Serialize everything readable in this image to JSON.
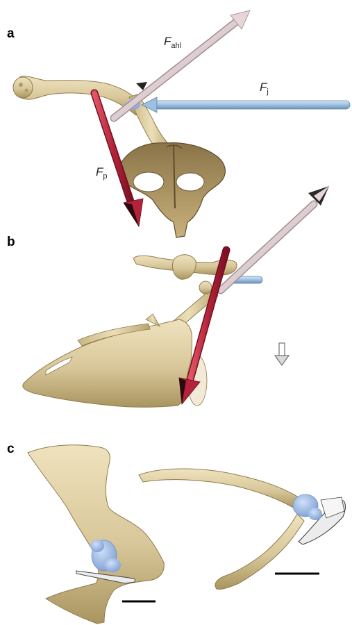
{
  "panels": {
    "a": "a",
    "b": "b",
    "c": "c"
  },
  "forces": {
    "ahl": {
      "symbol": "F",
      "sub": "ahl"
    },
    "j": {
      "symbol": "F",
      "sub": "j"
    },
    "p": {
      "symbol": "F",
      "sub": "p"
    }
  },
  "colors": {
    "bone": "#d8c79a",
    "bone_shadow": "#a9955f",
    "ahl_arrow": "#e6d6d8",
    "j_arrow": "#9cc0e0",
    "p_arrow": "#b4233a",
    "cartilage": "#9fbbe6"
  }
}
